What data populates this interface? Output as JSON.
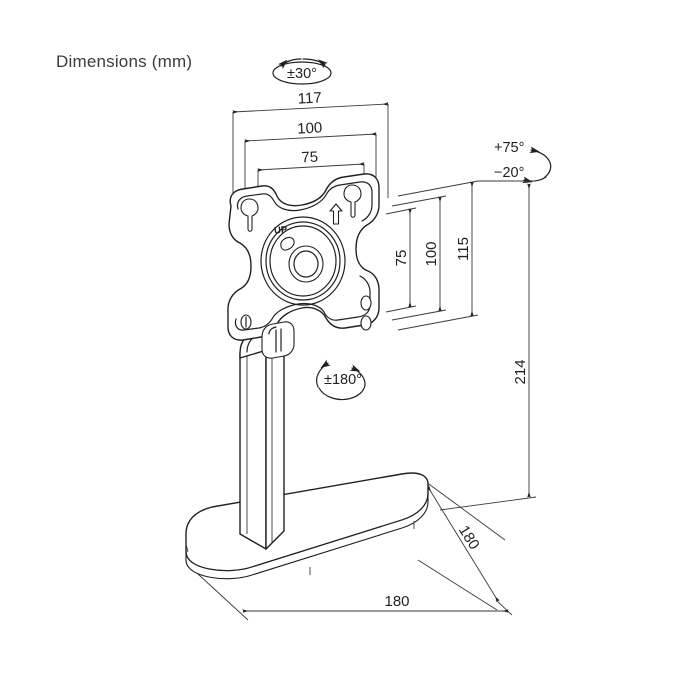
{
  "page": {
    "title": "Dimensions (mm)",
    "background_color": "#ffffff",
    "line_color": "#231f20",
    "text_color": "#3b3b42"
  },
  "drawing": {
    "subject": "monitor-stand-technical-dimension-drawing",
    "plate_marking": "UP",
    "dimensions": {
      "plate_width_outer": "117",
      "plate_width_mid": "100",
      "plate_width_inner": "75",
      "plate_height_outer": "115",
      "plate_height_mid": "100",
      "plate_height_inner": "75",
      "total_height": "214",
      "base_depth": "180",
      "base_width": "180"
    },
    "angles": {
      "swivel": "±30°",
      "tilt_up": "+75°",
      "tilt_down": "−20°",
      "rotation": "±180°"
    }
  }
}
